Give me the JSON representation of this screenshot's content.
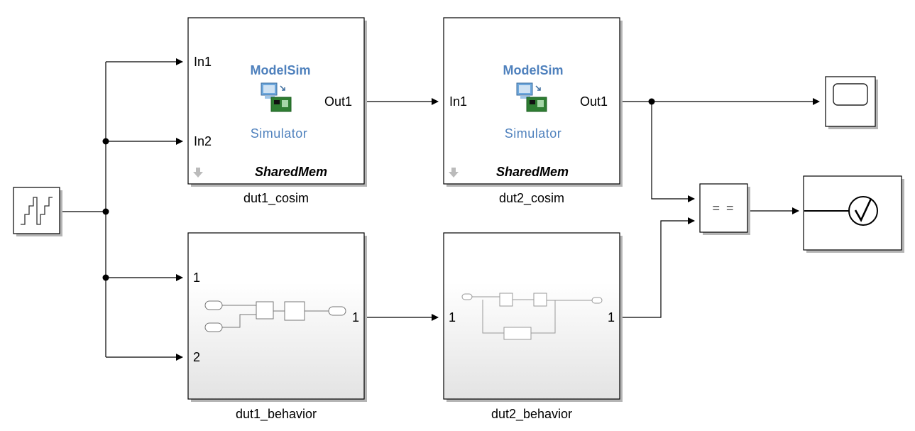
{
  "blocks": {
    "dut1_cosim": {
      "name": "dut1_cosim",
      "brand": "ModelSim",
      "brand_sub": "Simulator",
      "mode": "SharedMem",
      "inputs": [
        "In1",
        "In2"
      ],
      "outputs": [
        "Out1"
      ]
    },
    "dut2_cosim": {
      "name": "dut2_cosim",
      "brand": "ModelSim",
      "brand_sub": "Simulator",
      "mode": "SharedMem",
      "inputs": [
        "In1"
      ],
      "outputs": [
        "Out1"
      ]
    },
    "dut1_behavior": {
      "name": "dut1_behavior",
      "inputs": [
        "1",
        "2"
      ],
      "outputs": [
        "1"
      ]
    },
    "dut2_behavior": {
      "name": "dut2_behavior",
      "inputs": [
        "1"
      ],
      "outputs": [
        "1"
      ]
    },
    "relational": {
      "operator": "= ="
    }
  },
  "icons": {
    "source": "signal-source-icon",
    "scope": "scope-icon",
    "assertion": "checkmark-icon",
    "modelsim": "modelsim-computer-icon",
    "mask": "down-arrow-icon"
  },
  "colors": {
    "line": "#000000",
    "block_border": "#000000",
    "brand": "#4f81bd",
    "shadow": "#b0b0b0",
    "subsystem_fill_top": "#ffffff",
    "subsystem_fill_bottom": "#e6e6e6"
  }
}
